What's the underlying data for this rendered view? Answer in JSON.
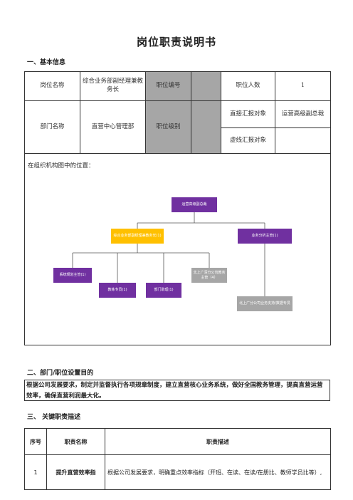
{
  "doc_title": "岗位职责说明书",
  "section1": "一、基本信息",
  "info": {
    "post_name_label": "岗位名称",
    "post_name_value": "综合业务部副经理兼教务长",
    "post_code_label": "职位编号",
    "headcount_label": "职位人数",
    "headcount_value": "1",
    "dept_label": "部门名称",
    "dept_value": "直营中心管理部",
    "level_label": "职位级别",
    "direct_report_label": "直接汇报对象",
    "direct_report_value": "运营高级副总裁",
    "dotted_report_label": "虚线汇报对象",
    "org_position_label": "在组织机构图中的位置："
  },
  "org": {
    "top": "运营高级副总裁",
    "mid_left": "综合业务部副经理兼教务长(1)",
    "mid_right": "业务分析主管(1)",
    "l3_a": "系统规划主管(1)",
    "l3_b": "北上广深分公司教务主管（4）",
    "l4_a": "教练专员(1)",
    "l4_b": "部门助理(1)",
    "l4_c": "北上广分公司业务支持/数据专员"
  },
  "section2": "二、部门/职位设置目的",
  "purpose": "根据公司发展要求，制定并监督执行各项规章制度，建立直营核心业务系统，做好全国教务管理，提高直营运营效率，确保直营利润最大化。",
  "section3": "三、 关键职责描述",
  "duty_table": {
    "headers": [
      "序号",
      "职责名称",
      "职责描述"
    ],
    "rows": [
      {
        "no": "1",
        "name": "提升直营效率指",
        "desc": "根据公司发展要求，明确重点效率指标（开班、在读、在读/在册比、教师学员比等）,"
      }
    ]
  },
  "colors": {
    "purple": "#7030a0",
    "yellow": "#ffc000",
    "gray": "#a6a6a6"
  }
}
